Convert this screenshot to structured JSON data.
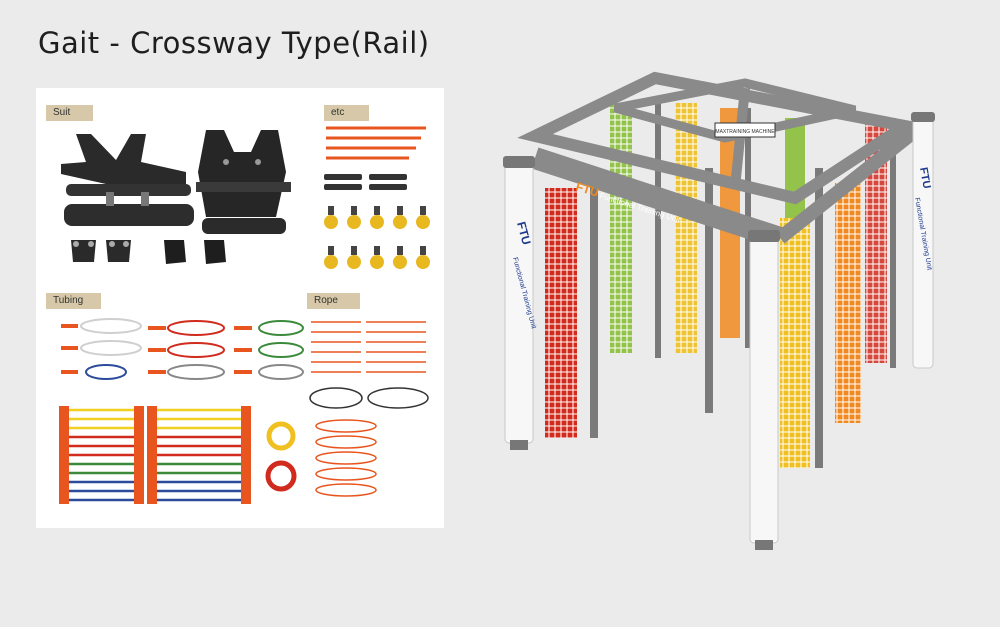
{
  "header": {
    "title": "Gait - Crossway Type(Rail)"
  },
  "panel": {
    "sections": {
      "suit": "Suit",
      "etc": "etc",
      "tubing": "Tubing",
      "rope": "Rope"
    }
  },
  "frame": {
    "brand": "FTU",
    "brand_text": "Functional Training Unit",
    "pulley_label": "MAXTRAINING MACHINE"
  },
  "colors": {
    "frame_grey": "#8a8a8a",
    "net_red": "#d12b1e",
    "net_green": "#8bbf3a",
    "net_yellow": "#f0c020",
    "net_orange": "#f08a20",
    "strap_orange": "#e8551e",
    "brand_blue": "#1f3a8f"
  }
}
